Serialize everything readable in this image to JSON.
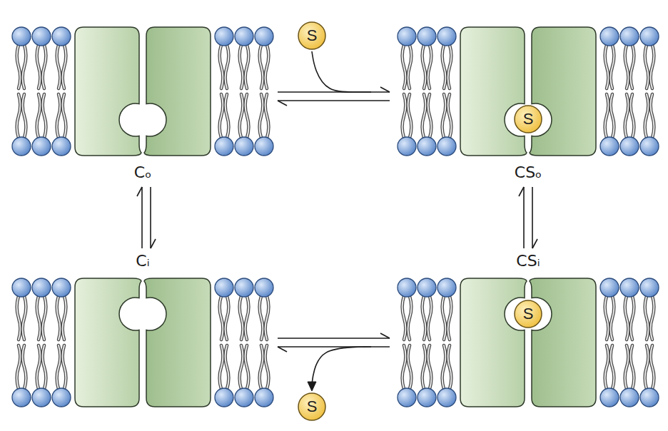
{
  "diagram": {
    "nodes": [
      {
        "text": [
          "Cₒ"
        ]
      },
      {
        "text": [
          "S"
        ]
      },
      {
        "text": [
          "CSₒ"
        ]
      },
      {
        "text": [
          "S"
        ],
        "in": 2
      },
      {
        "text": [
          "Cᵢ"
        ]
      },
      {
        "text": [
          "CSᵢ"
        ]
      },
      {
        "text": [
          "S"
        ],
        "in": 5
      },
      {
        "text": [
          "S"
        ]
      }
    ],
    "edges": [
      {
        "from": 0,
        "to": 2,
        "arrow": "both"
      },
      {
        "from": 1,
        "to": 2,
        "arrow": "none"
      },
      {
        "from": 0,
        "to": 4,
        "arrow": "both"
      },
      {
        "from": 2,
        "to": 5,
        "arrow": "both"
      },
      {
        "from": 4,
        "to": 5,
        "arrow": "both"
      },
      {
        "from": 5,
        "to": 7,
        "arrow": "to"
      }
    ]
  }
}
